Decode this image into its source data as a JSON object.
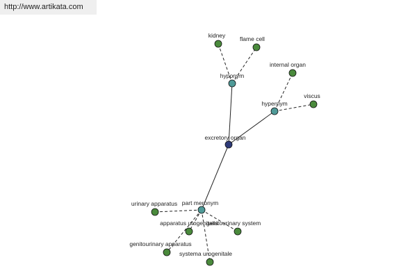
{
  "site": {
    "url": "http://www.artikata.com"
  },
  "colors": {
    "root": "#2e3a78",
    "relation": "#4f9a98",
    "leaf": "#4a8a3c"
  },
  "graph": {
    "root": {
      "label": "excretory organ"
    },
    "relations": [
      {
        "id": "hyponym",
        "label": "hyponym"
      },
      {
        "id": "hypernym",
        "label": "hypernym"
      },
      {
        "id": "part-meronym",
        "label": "part meronym"
      }
    ],
    "leaves": [
      {
        "label": "kidney",
        "relation": "hyponym"
      },
      {
        "label": "flame cell",
        "relation": "hyponym"
      },
      {
        "label": "internal organ",
        "relation": "hypernym"
      },
      {
        "label": "viscus",
        "relation": "hypernym"
      },
      {
        "label": "urinary apparatus",
        "relation": "part-meronym"
      },
      {
        "label": "apparatus urogenitalis",
        "relation": "part-meronym"
      },
      {
        "label": "genitourinary system",
        "relation": "part-meronym"
      },
      {
        "label": "genitourinary apparatus",
        "relation": "part-meronym"
      },
      {
        "label": "systema urogenitale",
        "relation": "part-meronym"
      }
    ]
  }
}
